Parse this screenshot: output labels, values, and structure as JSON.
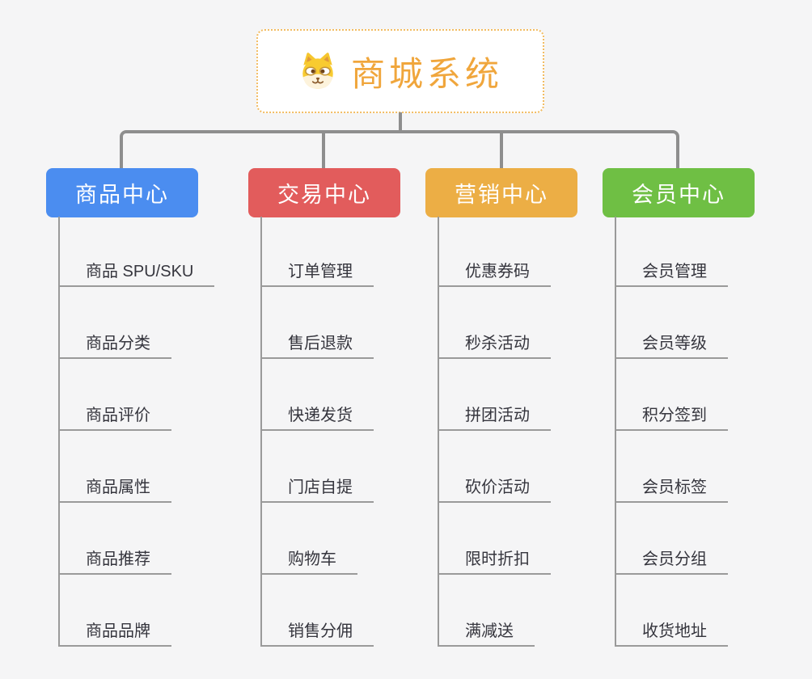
{
  "root": {
    "title": "商城系统",
    "icon": "dog-face-icon"
  },
  "branches": [
    {
      "label": "商品中心",
      "color": "#4b8df0",
      "children": [
        "商品 SPU/SKU",
        "商品分类",
        "商品评价",
        "商品属性",
        "商品推荐",
        "商品品牌"
      ]
    },
    {
      "label": "交易中心",
      "color": "#e25c5c",
      "children": [
        "订单管理",
        "售后退款",
        "快递发货",
        "门店自提",
        "购物车",
        "销售分佣"
      ]
    },
    {
      "label": "营销中心",
      "color": "#ecae45",
      "children": [
        "优惠券码",
        "秒杀活动",
        "拼团活动",
        "砍价活动",
        "限时折扣",
        "满减送"
      ]
    },
    {
      "label": "会员中心",
      "color": "#6fbf44",
      "children": [
        "会员管理",
        "会员等级",
        "积分签到",
        "会员标签",
        "会员分组",
        "收货地址"
      ]
    }
  ],
  "colors": {
    "background": "#f5f5f6",
    "root_accent": "#f0a63c",
    "root_border": "#f2bc62",
    "connector": "#8e8e8e",
    "leaf_line": "#9a9a9a",
    "leaf_text": "#35353d"
  }
}
